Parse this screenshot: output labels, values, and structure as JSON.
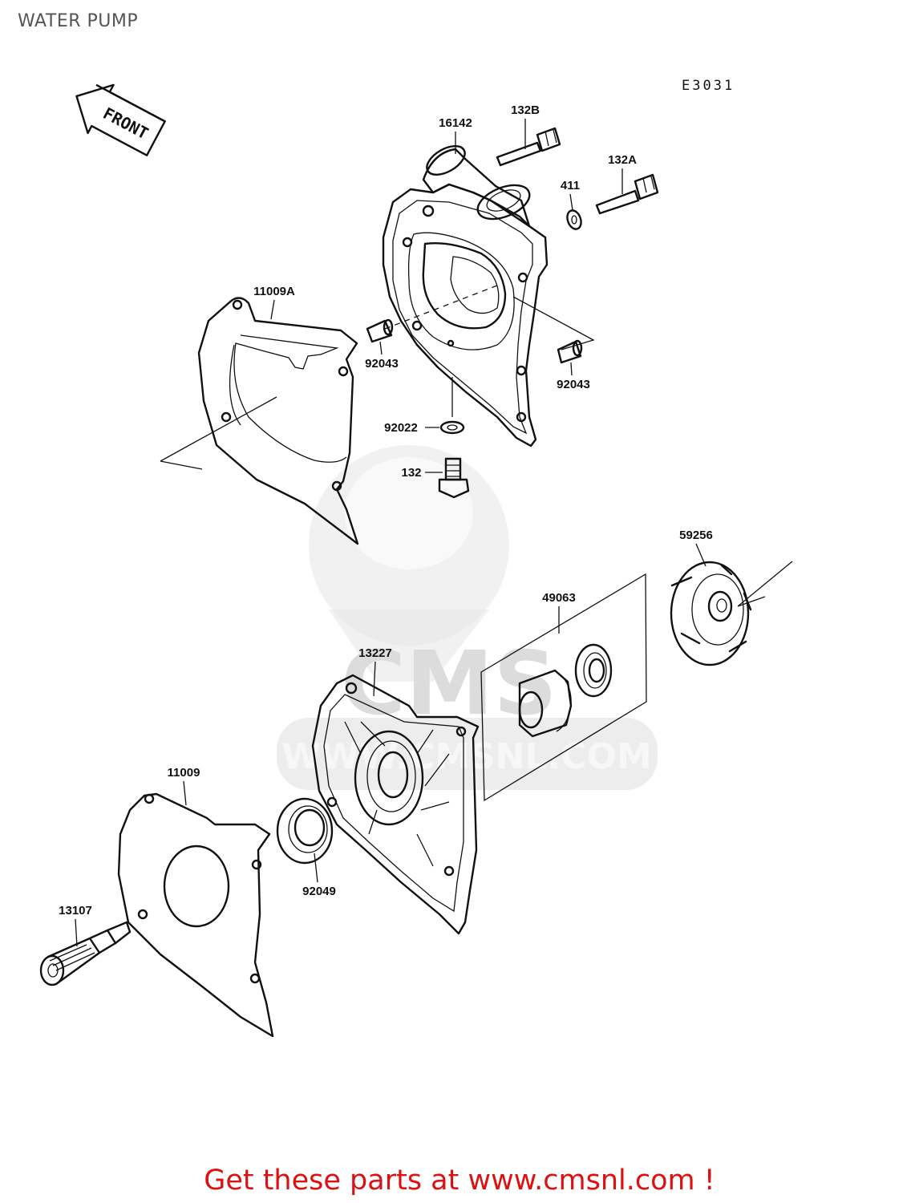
{
  "page_title": "WATER PUMP",
  "diagram_code": "E3031",
  "front_label": "FRONT",
  "watermark_text": "CMS",
  "watermark_url": "WWW.CMSNL.COM",
  "parts": [
    {
      "id": "16142"
    },
    {
      "id": "132B"
    },
    {
      "id": "132A"
    },
    {
      "id": "411"
    },
    {
      "id": "11009A"
    },
    {
      "id": "92043"
    },
    {
      "id": "92043"
    },
    {
      "id": "92022"
    },
    {
      "id": "132"
    },
    {
      "id": "59256"
    },
    {
      "id": "49063"
    },
    {
      "id": "13227"
    },
    {
      "id": "11009"
    },
    {
      "id": "92049"
    },
    {
      "id": "13107"
    }
  ],
  "promo_text": "Get these parts at www.cmsnl.com !",
  "colors": {
    "title": "#555555",
    "promo": "#dd1111",
    "line": "#111111",
    "watermark": "#e6e6e6"
  }
}
